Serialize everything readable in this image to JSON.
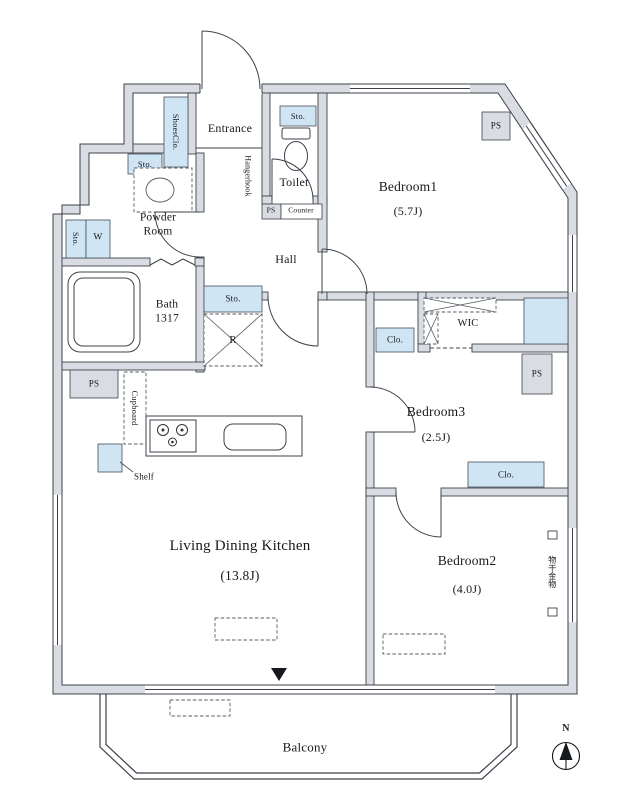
{
  "rooms": {
    "entrance": {
      "label": "Entrance"
    },
    "toilet": {
      "label": "Toilet"
    },
    "bedroom1": {
      "label": "Bedroom1",
      "size": "(5.7J)"
    },
    "powder_room": {
      "label": "Powder\nRoom"
    },
    "bath": {
      "label": "Bath\n1317"
    },
    "hall": {
      "label": "Hall"
    },
    "wic": {
      "label": "WIC"
    },
    "bedroom3": {
      "label": "Bedroom3",
      "size": "(2.5J)"
    },
    "bedroom2": {
      "label": "Bedroom2",
      "size": "(4.0J)"
    },
    "ldk": {
      "label": "Living Dining Kitchen",
      "size": "(13.8J)"
    },
    "balcony": {
      "label": "Balcony"
    }
  },
  "features": {
    "shoes_closet": "ShoesClo.",
    "storage": "Sto.",
    "hangerhook": "Hangerhook",
    "counter": "Counter",
    "pipe_space": "PS",
    "washing_machine": "W",
    "refrigerator": "R",
    "closet": "Clo.",
    "cupboard": "Cupboard",
    "shelf": "Shelf",
    "laundry_hardware": "物干金物",
    "compass_north": "N"
  }
}
